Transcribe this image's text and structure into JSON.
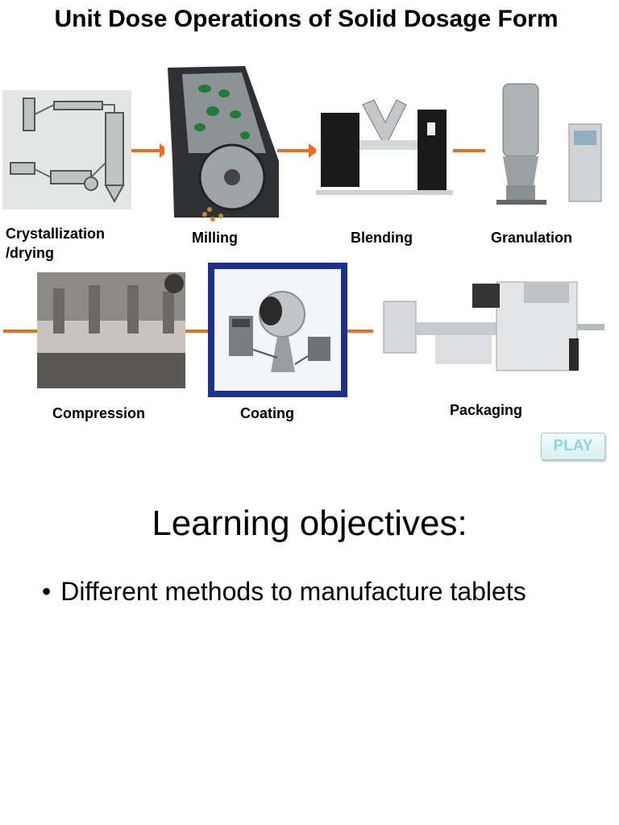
{
  "title": "Unit Dose Operations of Solid Dosage Form",
  "steps": {
    "crystallization": "Crystallization /drying",
    "milling": "Milling",
    "blending": "Blending",
    "granulation": "Granulation",
    "compression": "Compression",
    "coating": "Coating",
    "packaging": "Packaging"
  },
  "play_label": "PLAY",
  "objectives": {
    "heading": "Learning objectives:",
    "items": [
      "Different methods to manufacture tablets"
    ]
  },
  "colors": {
    "arrow": "#f26b1d",
    "coating_frame": "#1d2f8f",
    "play_text": "#8fd3dc"
  }
}
